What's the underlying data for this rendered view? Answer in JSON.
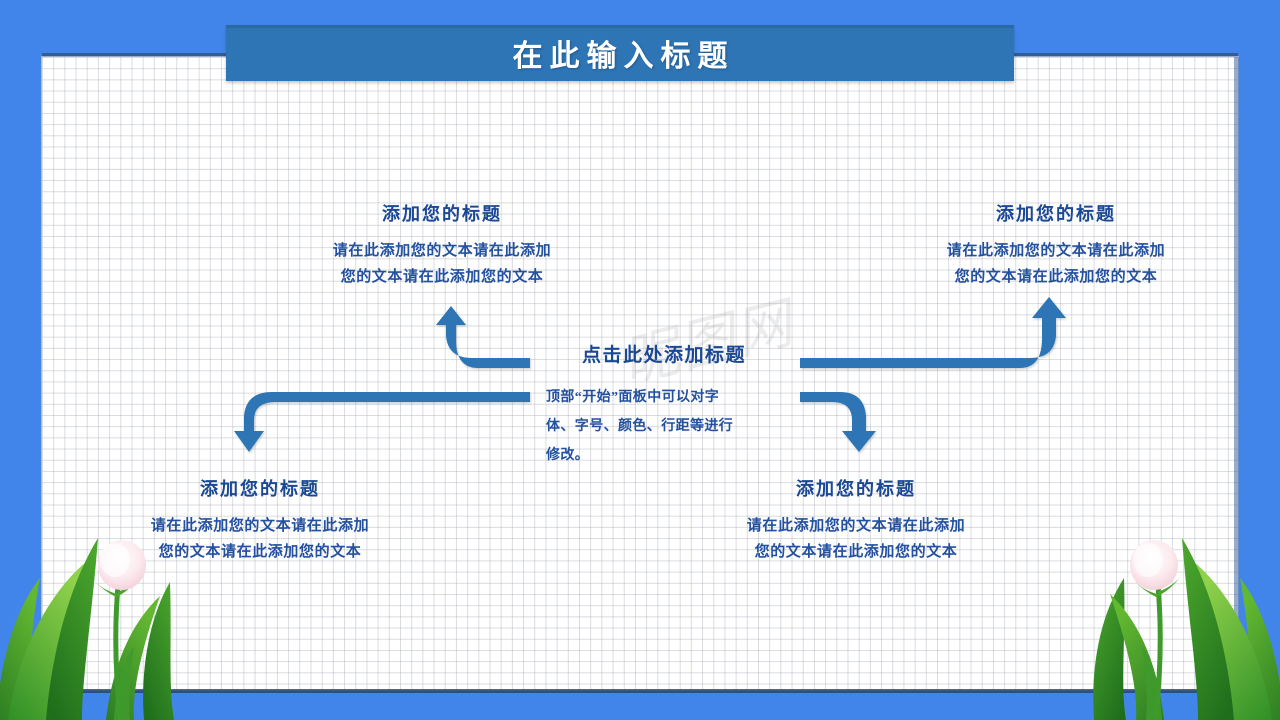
{
  "slide": {
    "title": "在此输入标题",
    "background_color": "#4285ea",
    "card_color": "#ffffff",
    "accent_color": "#2e75b6",
    "text_color": "#23509f",
    "heading_color": "#1b4894",
    "watermark": "昵图网"
  },
  "center": {
    "title": "点击此处添加标题",
    "body_lines": [
      "顶部“开始”面板中可以对字",
      "体、字号、颜色、行距等进行",
      "修改。"
    ]
  },
  "blocks": [
    {
      "id": "top-left",
      "heading": "添加您的标题",
      "lines": [
        "请在此添加您的文本请在此添加",
        "您的文本请在此添加您的文本"
      ]
    },
    {
      "id": "top-right",
      "heading": "添加您的标题",
      "lines": [
        "请在此添加您的文本请在此添加",
        "您的文本请在此添加您的文本"
      ]
    },
    {
      "id": "bottom-left",
      "heading": "添加您的标题",
      "lines": [
        "请在此添加您的文本请在此添加",
        "您的文本请在此添加您的文本"
      ]
    },
    {
      "id": "bottom-right",
      "heading": "添加您的标题",
      "lines": [
        "请在此添加您的文本请在此添加",
        "您的文本请在此添加您的文本"
      ]
    }
  ],
  "arrows": [
    {
      "name": "arrow-up-left",
      "direction": "up",
      "color": "#2e75b6"
    },
    {
      "name": "arrow-down-left",
      "direction": "down",
      "color": "#2e75b6"
    },
    {
      "name": "arrow-up-right",
      "direction": "up",
      "color": "#2e75b6"
    },
    {
      "name": "arrow-down-right",
      "direction": "down",
      "color": "#2e75b6"
    }
  ],
  "decorations": [
    {
      "name": "plant-left",
      "flower_color": "#f7dde4",
      "leaf_color": "#4fa832"
    },
    {
      "name": "plant-right",
      "flower_color": "#f7dde4",
      "leaf_color": "#4fa832"
    }
  ]
}
